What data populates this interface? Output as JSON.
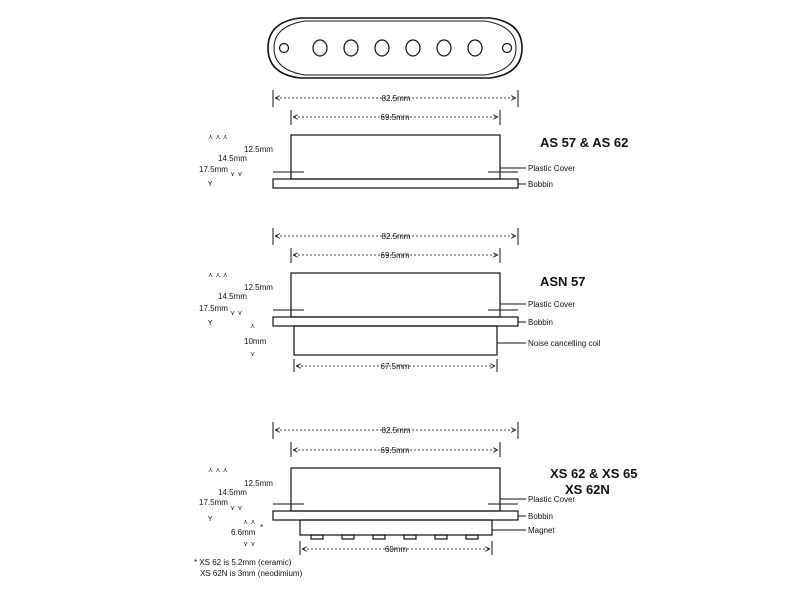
{
  "top_view": {
    "pole_count": 6
  },
  "sections": [
    {
      "title": "AS 57 & AS 62",
      "width_outer": "82.5mm",
      "width_inner": "69.5mm",
      "height_a": "12.5mm",
      "height_b": "14.5mm",
      "height_c": "17.5mm",
      "callout_cover": "Plastic Cover",
      "callout_bobbin": "Bobbin"
    },
    {
      "title": "ASN 57",
      "width_outer": "82.5mm",
      "width_inner": "69.5mm",
      "height_a": "12.5mm",
      "height_b": "14.5mm",
      "height_c": "17.5mm",
      "height_coil": "10mm",
      "width_coil": "67.5mm",
      "callout_cover": "Plastic Cover",
      "callout_bobbin": "Bobbin",
      "callout_coil": "Noise cancelling coil"
    },
    {
      "title_line1": "XS 62 & XS 65",
      "title_line2": "XS 62N",
      "width_outer": "82.5mm",
      "width_inner": "69.5mm",
      "height_a": "12.5mm",
      "height_b": "14.5mm",
      "height_c": "17.5mm",
      "height_magnet": "6.6mm",
      "star": "*",
      "width_magnet": "60mm",
      "callout_cover": "Plastic Cover",
      "callout_bobbin": "Bobbin",
      "callout_magnet": "Magnet",
      "magnet_count": 6
    }
  ],
  "footnote": {
    "line1": "* XS 62 is 5.2mm (ceramic)",
    "line2": "XS 62N is 3mm (neodimium)"
  }
}
